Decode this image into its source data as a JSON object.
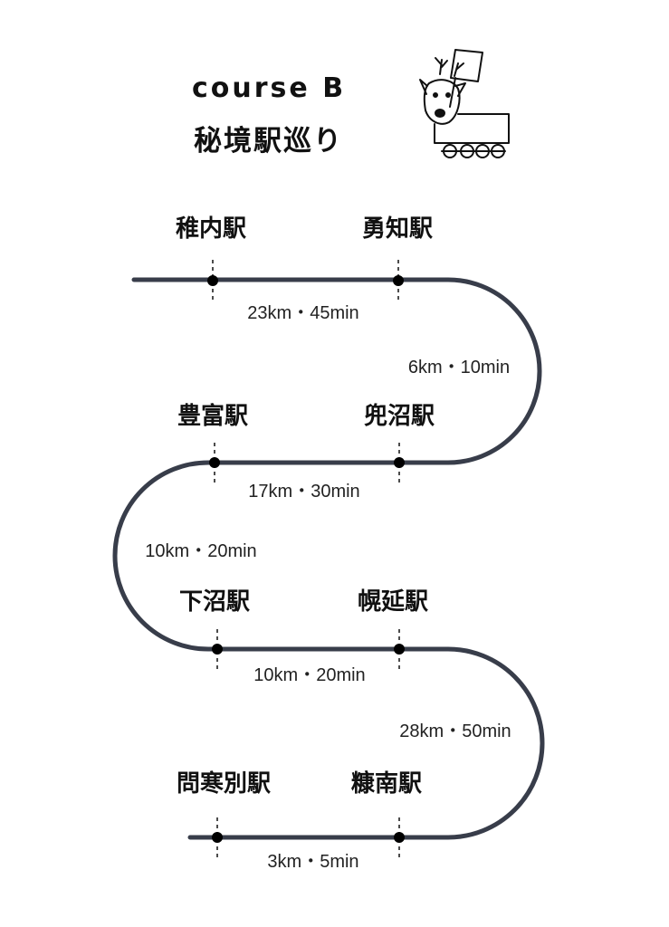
{
  "header": {
    "course": "course B",
    "subtitle": "秘境駅巡り"
  },
  "mascot_icon": "deer-train-icon",
  "colors": {
    "track": "#383d4a",
    "dot": "#000000",
    "text": "#111111"
  },
  "stations": [
    {
      "id": "wakkanai",
      "name": "稚内駅"
    },
    {
      "id": "yuchi",
      "name": "勇知駅"
    },
    {
      "id": "kabutonuma",
      "name": "兜沼駅"
    },
    {
      "id": "toyotomi",
      "name": "豊富駅"
    },
    {
      "id": "shimonuma",
      "name": "下沼駅"
    },
    {
      "id": "horonobe",
      "name": "幌延駅"
    },
    {
      "id": "nukanan",
      "name": "糠南駅"
    },
    {
      "id": "toikanbetsu",
      "name": "問寒別駅"
    }
  ],
  "segments": [
    {
      "from": "wakkanai",
      "to": "yuchi",
      "label": "23km・45min"
    },
    {
      "from": "yuchi",
      "to": "kabutonuma",
      "label": "6km・10min"
    },
    {
      "from": "kabutonuma",
      "to": "toyotomi",
      "label": "17km・30min"
    },
    {
      "from": "toyotomi",
      "to": "shimonuma",
      "label": "10km・20min"
    },
    {
      "from": "shimonuma",
      "to": "horonobe",
      "label": "10km・20min"
    },
    {
      "from": "horonobe",
      "to": "nukanan",
      "label": "28km・50min"
    },
    {
      "from": "nukanan",
      "to": "toikanbetsu",
      "label": "3km・5min"
    }
  ]
}
